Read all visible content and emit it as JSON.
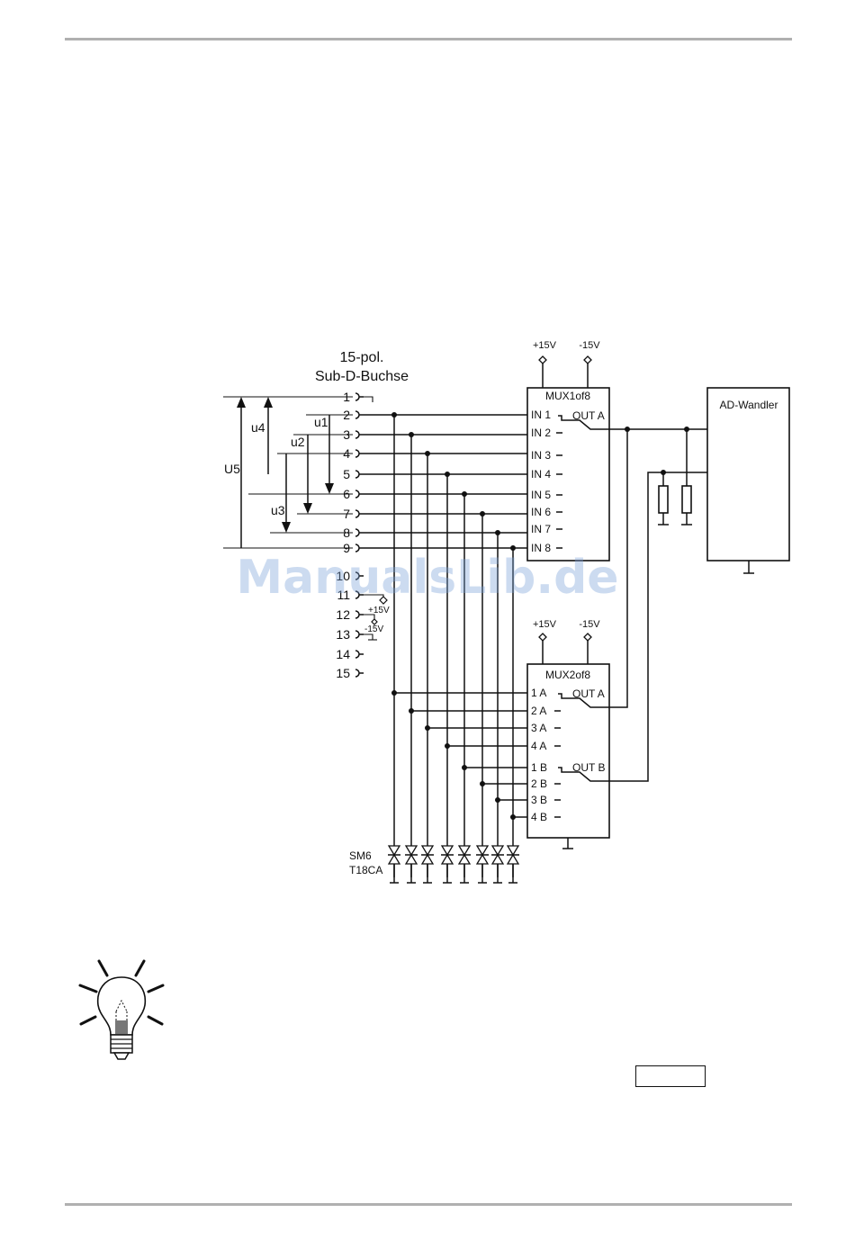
{
  "connector": {
    "title_line1": "15-pol.",
    "title_line2": "Sub-D-Buchse",
    "pins": [
      "1",
      "2",
      "3",
      "4",
      "5",
      "6",
      "7",
      "8",
      "9",
      "10",
      "11",
      "12",
      "13",
      "14",
      "15"
    ],
    "supply_small_pos": "+15V",
    "supply_small_neg": "-15V"
  },
  "voltages": {
    "u1": "u1",
    "u2": "u2",
    "u3": "u3",
    "u4": "u4",
    "U5": "U5"
  },
  "mux1": {
    "title": "MUX1of8",
    "supply_pos": "+15V",
    "supply_neg": "-15V",
    "inputs": [
      "IN 1",
      "IN 2",
      "IN 3",
      "IN 4",
      "IN 5",
      "IN 6",
      "IN 7",
      "IN 8"
    ],
    "out": "OUT A"
  },
  "mux2": {
    "title": "MUX2of8",
    "supply_pos": "+15V",
    "supply_neg": "-15V",
    "inputs": [
      "1 A",
      "2 A",
      "3 A",
      "4 A",
      "1 B",
      "2 B",
      "3 B",
      "4 B"
    ],
    "out_a": "OUT A",
    "out_b": "OUT B"
  },
  "adc": {
    "label": "AD-Wandler"
  },
  "tvs": {
    "line1": "SM6",
    "line2": "T18CA"
  },
  "watermark": "ManualsLib.de",
  "colors": {
    "rule": "#b0b0b0",
    "ink": "#111111",
    "watermark": "#78a0d7"
  },
  "icons": {
    "hint": "lightbulb-icon"
  }
}
